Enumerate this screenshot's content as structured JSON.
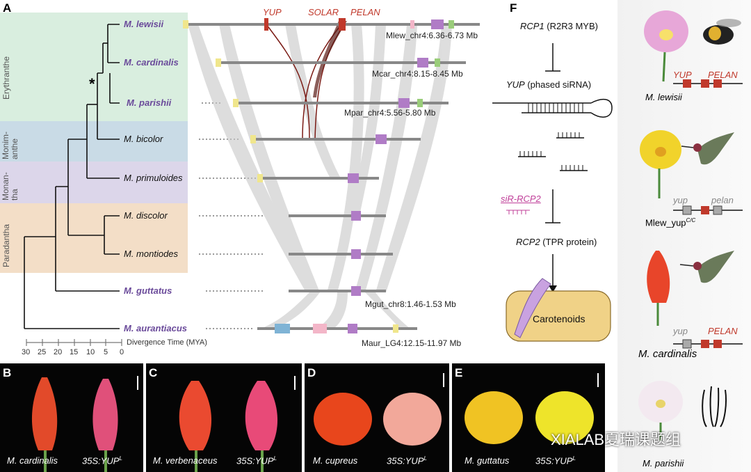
{
  "panels": {
    "a": "A",
    "b": "B",
    "c": "C",
    "d": "D",
    "e": "E",
    "f": "F"
  },
  "clades": [
    {
      "name": "Erythranthe",
      "color": "#d9eedf"
    },
    {
      "name": "Monim-\nanthe",
      "color": "#c9dbe6"
    },
    {
      "name": "Monan-\ntha",
      "color": "#dcd6ea"
    },
    {
      "name": "Paradantha",
      "color": "#f3dec7"
    }
  ],
  "species": [
    {
      "name": "M. lewisii",
      "bold": true,
      "chr": "Mlew_chr4:6.36-6.73 Mb"
    },
    {
      "name": "M. cardinalis",
      "bold": true,
      "chr": "Mcar_chr4:8.15-8.45 Mb"
    },
    {
      "name": "M. parishii",
      "bold": true,
      "chr": "Mpar_chr4:5.56-5.80 Mb"
    },
    {
      "name": "M. bicolor",
      "bold": false,
      "chr": ""
    },
    {
      "name": "M. primuloides",
      "bold": false,
      "chr": ""
    },
    {
      "name": "M. discolor",
      "bold": false,
      "chr": ""
    },
    {
      "name": "M. montiodes",
      "bold": false,
      "chr": ""
    },
    {
      "name": "M. guttatus",
      "bold": true,
      "chr": "Mgut_chr8:1.46-1.53 Mb"
    },
    {
      "name": "M. aurantiacus",
      "bold": true,
      "chr": "Maur_LG4:12.15-11.97 Mb"
    }
  ],
  "node_mark": "*",
  "genes_top": [
    "YUP",
    "SOLAR",
    "PELAN"
  ],
  "timescale": {
    "ticks": [
      "30",
      "25",
      "20",
      "15",
      "10",
      "5",
      "0"
    ],
    "label": "Divergence Time (MYA)"
  },
  "pathway": {
    "rcp1_gene": "RCP1",
    "rcp1_desc": " (R2R3 MYB)",
    "yup_gene": "YUP",
    "yup_desc": " (phased siRNA)",
    "sirna": "siR-RCP2",
    "rcp2_gene": "RCP2",
    "rcp2_desc": " (TPR protein)",
    "carotenoids": "Carotenoids"
  },
  "right_column": [
    {
      "species": "M. lewisii",
      "g1": "YUP",
      "g2": "PELAN",
      "g1_active": true,
      "g2_active": true
    },
    {
      "species": "Mlew_yup",
      "sup": "C/C",
      "g1": "yup",
      "g2": "pelan",
      "g1_active": false,
      "g2_active": false
    },
    {
      "species": "M. cardinalis",
      "g1": "yup",
      "g2": "PELAN",
      "g1_active": false,
      "g2_active": true
    },
    {
      "species": "M. parishii",
      "g1": "",
      "g2": "",
      "g1_active": false,
      "g2_active": false
    }
  ],
  "photos": [
    {
      "left": "M. cardinalis",
      "right": "35S:YUP",
      "sup": "L"
    },
    {
      "left": "M. verbenaceus",
      "right": "35S:YUP",
      "sup": "L"
    },
    {
      "left": "M. cupreus",
      "right": "35S:YUP",
      "sup": "L"
    },
    {
      "left": "M. guttatus",
      "right": "35S:YUP",
      "sup": "L"
    }
  ],
  "watermark": "XIALAB夏瑞课题组",
  "colors": {
    "accent_red": "#c0392b",
    "purple_species": "#6a4a9a",
    "sirna_pink": "#c0409a"
  }
}
